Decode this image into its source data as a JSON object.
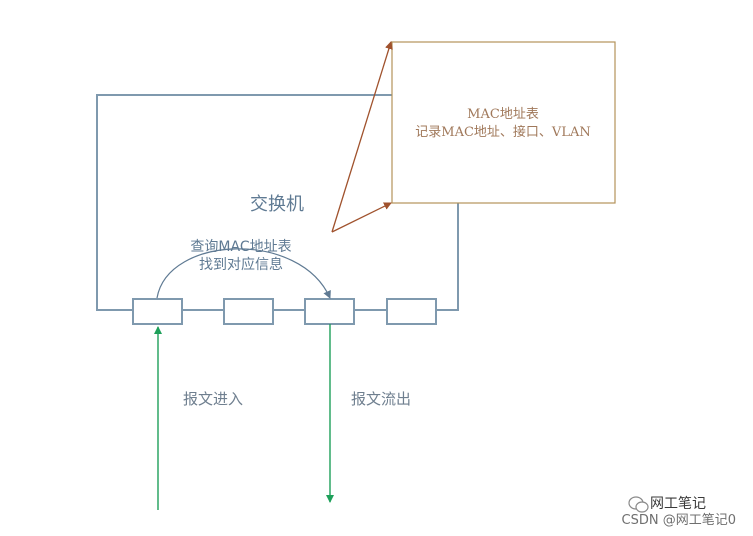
{
  "switch": {
    "label": "交换机",
    "lookup_line1": "查询MAC地址表",
    "lookup_line2": "找到对应信息",
    "ports": [
      "",
      "",
      "",
      ""
    ]
  },
  "mac_table": {
    "title": "MAC地址表",
    "description": "记录MAC地址、接口、VLAN"
  },
  "flows": {
    "ingress_label": "报文进入",
    "egress_label": "报文流出"
  },
  "watermark": {
    "wechat_name": "网工笔记",
    "csdn_text": "CSDN @网工笔记0"
  },
  "colors": {
    "switch_outline": "#7f99ae",
    "mac_table_border": "#b4935a",
    "mac_arrow": "#a0522d",
    "flow_arrow": "#1ea05a",
    "lookup_arrow": "#5f7a93"
  }
}
